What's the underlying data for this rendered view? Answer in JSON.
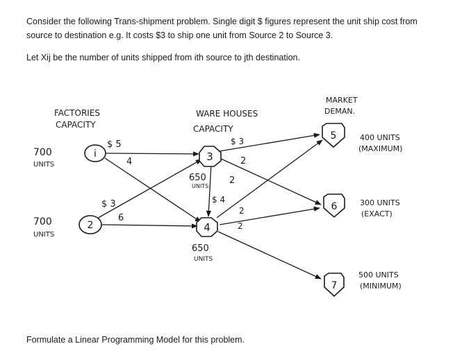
{
  "intro_line1": "Consider the following Trans-shipment problem. Single digit $ figures represent the unit ship cost from",
  "intro_line2": "source to destination e.g. It costs $3 to ship one unit from Source 2 to Source 3.",
  "definition": "Let Xij be the number of units shipped from ith source to jth destination.",
  "task": "Formulate a Linear Programming Model for this problem.",
  "factories": {
    "header_1": "FACTORIES",
    "header_2": "CAPACITY",
    "nodes": [
      {
        "id": "1",
        "label": "i",
        "capacity": "700",
        "unit": "UNITS"
      },
      {
        "id": "2",
        "label": "2",
        "capacity": "700",
        "unit": "UNITS"
      }
    ]
  },
  "warehouses": {
    "header_1": "WARE HOUSES",
    "header_2": "CAPACITY",
    "nodes": [
      {
        "id": "3",
        "label": "3",
        "capacity": "650",
        "unit": "UNITS"
      },
      {
        "id": "4",
        "label": "4",
        "capacity": "650",
        "unit": "UNITS"
      }
    ]
  },
  "markets": {
    "header_1": "MARKET",
    "header_2": "DEMAN.",
    "nodes": [
      {
        "id": "5",
        "label": "5",
        "demand": "400 UNITS",
        "type": "(MAXIMUM)"
      },
      {
        "id": "6",
        "label": "6",
        "demand": "300 UNITS",
        "type": "(EXACT)"
      },
      {
        "id": "7",
        "label": "7",
        "demand": "500 UNITS",
        "type": "(MINIMUM)"
      }
    ]
  },
  "costs": {
    "c13": "$ 5",
    "c14": "4",
    "c23": "$ 3",
    "c24": "6",
    "c35": "$ 3",
    "c36": "2",
    "c34": "2",
    "c45": "$ 4",
    "c46": "2",
    "c47": "2"
  }
}
